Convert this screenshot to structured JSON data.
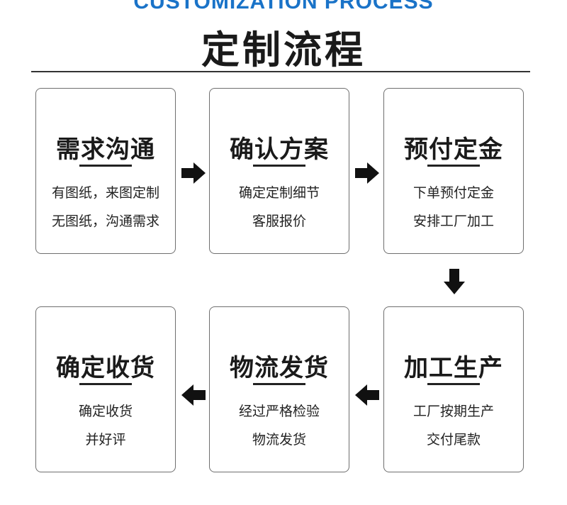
{
  "header": {
    "title_en": "CUSTOMIZATION PROCESS",
    "title_cn": "定制流程"
  },
  "steps": [
    {
      "title": "需求沟通",
      "line1": "有图纸，来图定制",
      "line2": "无图纸，沟通需求"
    },
    {
      "title": "确认方案",
      "line1": "确定定制细节",
      "line2": "客服报价"
    },
    {
      "title": "预付定金",
      "line1": "下单预付定金",
      "line2": "安排工厂加工"
    },
    {
      "title": "加工生产",
      "line1": "工厂按期生产",
      "line2": "交付尾款"
    },
    {
      "title": "物流发货",
      "line1": "经过严格检验",
      "line2": "物流发货"
    },
    {
      "title": "确定收货",
      "line1": "确定收货",
      "line2": "并好评"
    }
  ],
  "colors": {
    "accent": "#1a73c8",
    "arrow": "#111111",
    "border": "#6f6f6f"
  }
}
